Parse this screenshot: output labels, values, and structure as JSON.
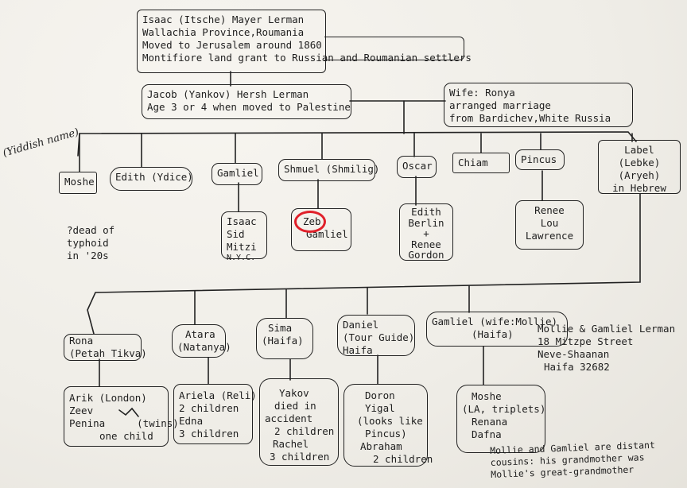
{
  "colors": {
    "ink": "#222222",
    "paper": "#efede7",
    "highlight": "#e0202a"
  },
  "root": {
    "lines": [
      "Isaac (Itsche) Mayer Lerman",
      "Wallachia Province,Roumania",
      "Moved to Jerusalem around 1860",
      "Montifiore land grant to Russian and Roumanian settlers"
    ]
  },
  "jacob": {
    "lines": [
      "Jacob (Yankov) Hersh Lerman",
      "Age 3 or 4 when moved to Palestine"
    ]
  },
  "wife": {
    "lines": [
      "Wife: Ronya",
      "arranged marriage",
      "from Bardichev,White Russia"
    ]
  },
  "yiddish_note": "(Yiddish name)",
  "children": {
    "moshe": "Moshe",
    "edith": "Edith (Ydice)",
    "gamliel": "Gamliel",
    "shmuel": "Shmuel (Shmilig)",
    "oscar": "Oscar",
    "chiam": "Chiam",
    "pincus": "Pincus",
    "label": [
      "Label",
      "(Lebke)",
      "(Aryeh)",
      "in Hebrew"
    ]
  },
  "moshe_note": [
    "?dead of",
    "typhoid",
    "in '20s"
  ],
  "gamliel_kids": [
    "Isaac",
    "Sid",
    "Mitzi",
    "N.Y.C."
  ],
  "shmuel_kids": [
    "Zeb",
    "Gamliel"
  ],
  "oscar_kids": [
    "Edith",
    "Berlin",
    "+",
    "Renee",
    "Gordon"
  ],
  "pincus_kids": [
    "Renee",
    "Lou",
    "Lawrence"
  ],
  "grandchildren": {
    "rona": [
      "Rona",
      "(Petah Tikva)"
    ],
    "atara": [
      "Atara",
      "(Natanya)"
    ],
    "sima": [
      "Sima",
      "(Haifa)"
    ],
    "daniel": [
      "Daniel",
      "(Tour Guide)",
      "Haifa"
    ],
    "gamliel2": [
      "Gamliel (wife:Mollie)",
      "(Haifa)"
    ]
  },
  "address": [
    "Mollie & Gamliel Lerman",
    "18 Mitzpe Street",
    "Neve-Shaanan",
    "Haifa 32682"
  ],
  "great": {
    "rona": [
      "Arik (London)",
      "Zeev",
      "Penina",
      "(twins)",
      "one child"
    ],
    "atara": [
      "Ariela (Reli)",
      "2 children",
      "Edna",
      "3 children"
    ],
    "sima": [
      "Yakov",
      "died in",
      "accident",
      "2 children",
      "Rachel",
      "3 children"
    ],
    "daniel": [
      "Doron",
      "Yigal",
      "(looks like",
      "Pincus)",
      "Abraham",
      "2 children"
    ],
    "gamliel2": [
      "Moshe",
      "(LA, triplets)",
      "Renana",
      "Dafna"
    ]
  },
  "footnote": [
    "Mollie and Gamliel are distant",
    "cousins: his grandmother was",
    "Mollie's great-grandmother"
  ]
}
